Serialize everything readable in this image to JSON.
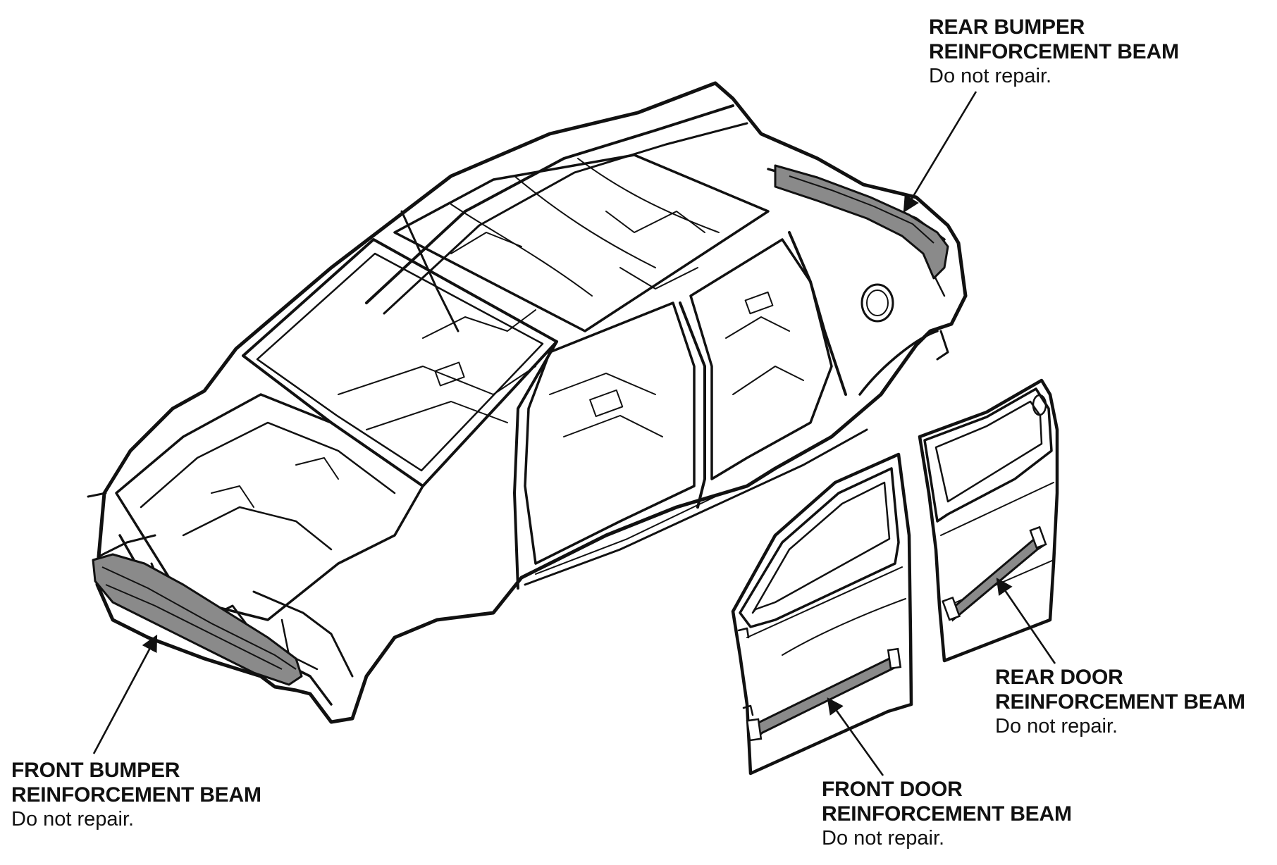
{
  "figure": {
    "colors": {
      "line": "#111111",
      "part_fill": "#8a8a8a",
      "background": "#ffffff"
    },
    "callouts": {
      "rear_bumper": {
        "title_1": "REAR BUMPER",
        "title_2": "REINFORCEMENT BEAM",
        "note": "Do not repair."
      },
      "front_bumper": {
        "title_1": "FRONT BUMPER",
        "title_2": "REINFORCEMENT BEAM",
        "note": "Do not repair."
      },
      "rear_door": {
        "title_1": "REAR DOOR",
        "title_2": "REINFORCEMENT BEAM",
        "note": "Do not repair."
      },
      "front_door": {
        "title_1": "FRONT DOOR",
        "title_2": "REINFORCEMENT BEAM",
        "note": "Do not repair."
      }
    }
  }
}
